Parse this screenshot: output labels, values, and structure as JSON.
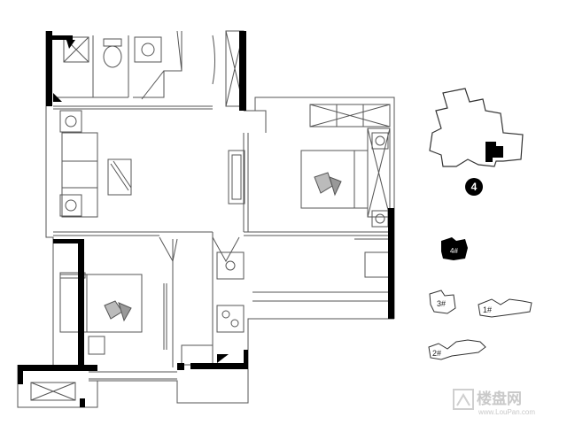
{
  "site_plan": {
    "current_building_badge": "4",
    "buildings": [
      {
        "label": "4#",
        "highlighted": true
      },
      {
        "label": "3#",
        "highlighted": false
      },
      {
        "label": "1#",
        "highlighted": false
      },
      {
        "label": "2#",
        "highlighted": false
      }
    ]
  },
  "watermark": {
    "text_cn": "楼盘网",
    "text_en": "www.LouPan.com"
  },
  "colors": {
    "wall": "#000000",
    "line": "#555555",
    "background": "#ffffff"
  }
}
